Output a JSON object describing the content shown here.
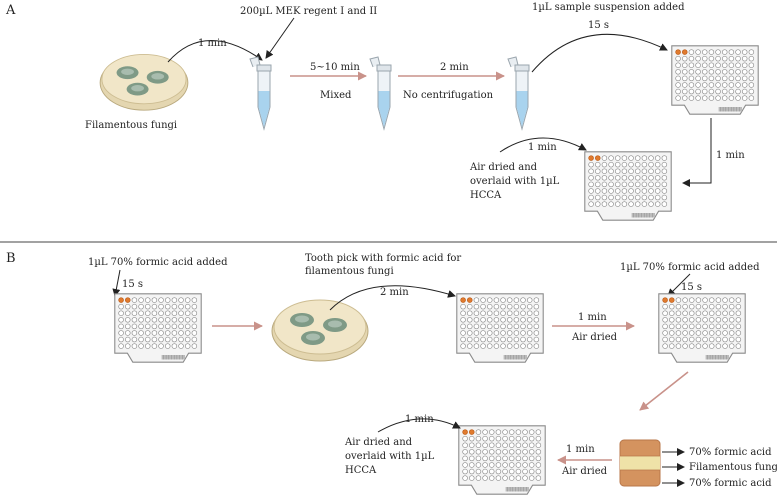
{
  "panel_a": {
    "letter": "A",
    "fungi_label": "Filamentous fungi",
    "t1": "1 min",
    "reagent": "200µL MEK regent I and II",
    "t2": "5~10 min",
    "mixed": "Mixed",
    "t3": "2 min",
    "no_centrifugation": "No centrifugation",
    "sample_added": "1µL sample suspension added",
    "t4": "15 s",
    "t5": "1 min",
    "t6": "1 min",
    "overlay_line1": "Air dried and",
    "overlay_line2": "overlaid with 1µL",
    "overlay_line3": "HCCA"
  },
  "panel_b": {
    "letter": "B",
    "formic_added_1": "1µL 70% formic acid added",
    "t1": "15 s",
    "toothpick_line1": "Tooth pick with formic acid for",
    "toothpick_line2": "filamentous fungi",
    "t2": "2 min",
    "t3": "1 min",
    "air_dried_1": "Air dried",
    "formic_added_2": "1µL 70% formic acid added",
    "t4": "15 s",
    "t5": "1 min",
    "overlay_line1": "Air dried and",
    "overlay_line2": "overlaid with 1µL",
    "overlay_line3": "HCCA",
    "t6": "1 min",
    "air_dried_2": "Air dried",
    "layer_top": "70% formic acid",
    "layer_mid": "Filamentous fungi",
    "layer_bottom": "70% formic acid"
  },
  "colors": {
    "black_arrow": "#222222",
    "pink_arrow": "#c9928a",
    "plate_fill": "#f4f4f4",
    "plate_border": "#8a8a8a",
    "spot_orange": "#e07a2e",
    "dish_fill": "#f1e6c8",
    "fungi": "#7f9a86",
    "tube_liquid": "#a9d3ee",
    "layer_formic": "#d4935f",
    "layer_fungi": "#efe2a8"
  }
}
